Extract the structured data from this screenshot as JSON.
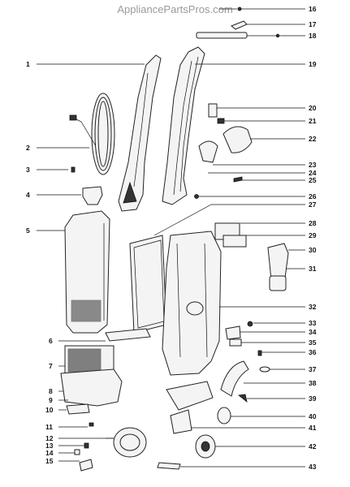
{
  "watermark": "AppliancePartsPros.com",
  "callouts": {
    "p1": "1",
    "p2": "2",
    "p3": "3",
    "p4": "4",
    "p5": "5",
    "p6": "6",
    "p7": "7",
    "p8": "8",
    "p9": "9",
    "p10": "10",
    "p11": "11",
    "p12": "12",
    "p13": "13",
    "p14": "14",
    "p15": "15",
    "p16": "16",
    "p17": "17",
    "p18": "18",
    "p19": "19",
    "p20": "20",
    "p21": "21",
    "p22": "22",
    "p23": "23",
    "p24": "24",
    "p25": "25",
    "p26": "26",
    "p27": "27",
    "p28": "28",
    "p29": "29",
    "p30": "30",
    "p31": "31",
    "p32": "32",
    "p33": "33",
    "p34": "34",
    "p35": "35",
    "p36": "36",
    "p37": "37",
    "p38": "38",
    "p39": "39",
    "p40": "40",
    "p41": "41",
    "p42": "42",
    "p43": "43"
  }
}
